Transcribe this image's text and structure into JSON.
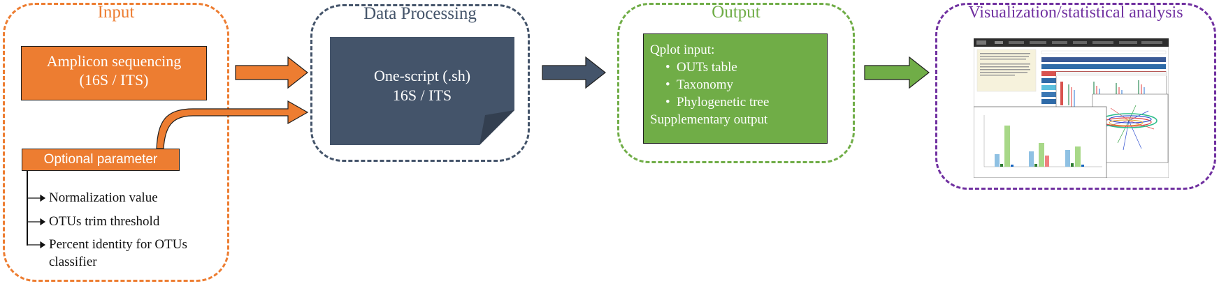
{
  "colors": {
    "input": "#ED7D31",
    "processing": "#44546A",
    "output": "#70AD47",
    "visualization": "#7030A0"
  },
  "input": {
    "title": "Input",
    "amplicon_line1": "Amplicon sequencing",
    "amplicon_line2": "(16S / ITS)",
    "optional_parameter": "Optional parameter",
    "parameters": [
      "Normalization value",
      "OTUs trim threshold",
      "Percent identity for OTUs",
      "classifier"
    ]
  },
  "processing": {
    "title": "Data Processing",
    "script_line1": "One-script (.sh)",
    "script_line2": "16S / ITS"
  },
  "output": {
    "title": "Output",
    "heading": "Qplot input:",
    "items": [
      "OUTs table",
      "Taxonomy",
      "Phylogenetic tree"
    ],
    "supplementary": "Supplementary output"
  },
  "visualization": {
    "title": "Visualization/statistical analysis",
    "image": "qplot-dashboard-screenshots"
  }
}
